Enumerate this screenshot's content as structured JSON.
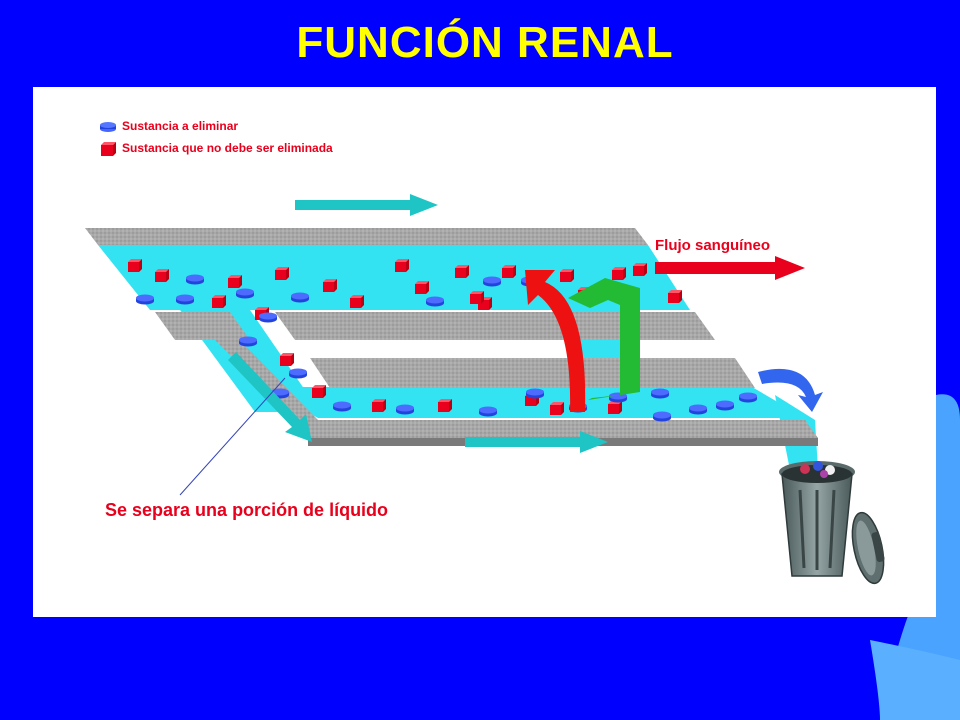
{
  "title": "FUNCIÓN RENAL",
  "legend": {
    "eliminate": "Sustancia a eliminar",
    "keep": "Sustancia que no debe ser eliminada"
  },
  "labels": {
    "blood_flow": "Flujo sanguíneo",
    "separation": "Se separa una porción de líquido"
  },
  "colors": {
    "background": "#0000ff",
    "title": "#ffff00",
    "label": "#e8001c",
    "fluid": "#33e3f2",
    "wall": "#a8a8a8",
    "waste_particle": "#2244dd",
    "keep_particle": "#e8001c",
    "flow_arrow": "#1fc4c4",
    "reabsorption_arrow_green": "#22bb33",
    "reabsorption_arrow_red": "#ee1111"
  },
  "icons": [
    "trash-can-icon",
    "curved-arrow-icon"
  ]
}
